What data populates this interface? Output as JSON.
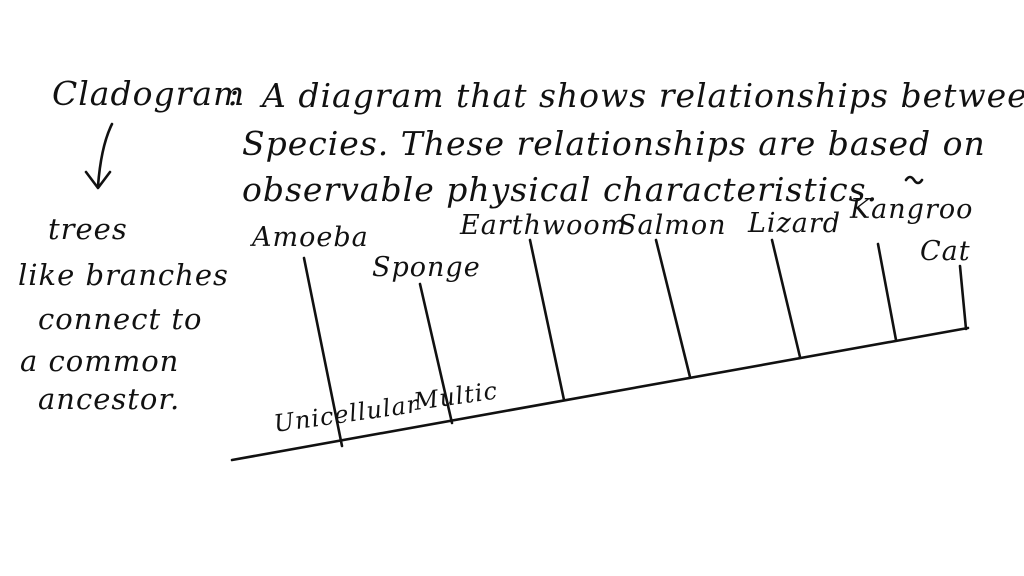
{
  "definition": {
    "term": "Cladogram",
    "separator": ":",
    "line1": "A diagram that shows relationships between",
    "line2": "Species. These relationships are based on",
    "line3": "observable physical characteristics."
  },
  "side_note": {
    "line1": "trees",
    "line2": "like branches",
    "line3": "connect to",
    "line4": "a common",
    "line5": "ancestor."
  },
  "cladogram": {
    "species": [
      "Amoeba",
      "Sponge",
      "Earthwoom",
      "Salmon",
      "Lizard",
      "Kangroo",
      "Cat"
    ],
    "traits": [
      "Unicellular",
      "Multic"
    ]
  },
  "colors": {
    "ink": "#111111",
    "background": "#ffffff"
  }
}
